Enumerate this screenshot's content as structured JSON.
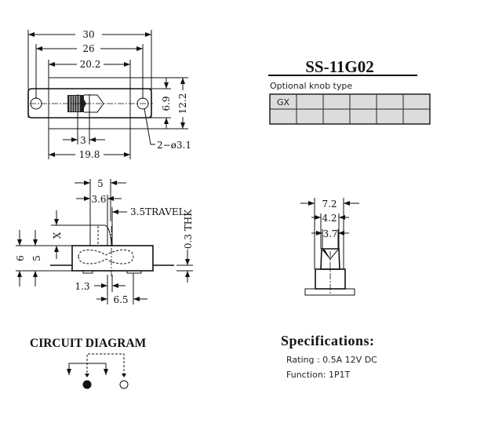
{
  "part_number": "SS-11G02",
  "knob_table": {
    "label": "Optional knob type",
    "rows": [
      [
        "GX",
        "",
        "",
        "",
        "",
        ""
      ],
      [
        "",
        "",
        "",
        "",
        "",
        ""
      ]
    ]
  },
  "top_view": {
    "dims": {
      "overall": "30",
      "hole_pitch": "26",
      "body_length": "20.2",
      "lower_length": "19.8",
      "knob_width": "3",
      "flange_height": "6.9",
      "body_height": "12.2",
      "holes": "2−ø3.1"
    }
  },
  "side_view": {
    "dims": {
      "knob_span": "5",
      "knob_width": "3.6",
      "travel": "3.5TRAVEL",
      "knob_height": "X",
      "total_height": "6",
      "body_height": "5",
      "thickness": "0.3 THK",
      "offset": "1.3",
      "pin_pitch": "6.5"
    }
  },
  "front_view": {
    "dims": {
      "width1": "7.2",
      "width2": "4.2",
      "width3": "3.7"
    }
  },
  "circuit": {
    "title": "CIRCUIT DIAGRAM"
  },
  "specifications": {
    "title": "Specifications:",
    "rating": "Rating : 0.5A 12V DC",
    "function": "Function: 1P1T"
  },
  "colors": {
    "table_fill": "#dcdcdc",
    "ink": "#111111"
  }
}
